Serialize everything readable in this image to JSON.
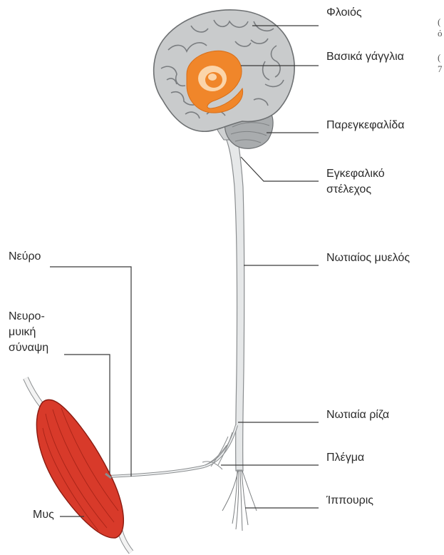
{
  "labels": {
    "cortex": "Φλοιός",
    "basal_ganglia": "Βασικά γάγγλια",
    "cerebellum": "Παρεγκεφαλίδα",
    "brainstem_line1": "Εγκεφαλικό",
    "brainstem_line2": "στέλεχος",
    "spinal_cord": "Νωτιαίος μυελός",
    "nerve": "Νεύρο",
    "nmj_line1": "Νευρο-",
    "nmj_line2": "μυική",
    "nmj_line3": "σύναψη",
    "dorsal_root": "Νωτιαία ρίζα",
    "plexus": "Πλέγμα",
    "cauda_equina": "Ίππουρις",
    "muscle": "Μυς"
  },
  "cut_off_text": {
    "line1": "(",
    "line2": "ό",
    "line3": "(",
    "line4": "7"
  },
  "colors": {
    "brain_fill": "#c9cbcc",
    "brain_stroke": "#6d7072",
    "basal_ganglia": "#f0862a",
    "cerebellum": "#a9acae",
    "cord": "#e6e8e9",
    "muscle": "#d83a2a",
    "leader_line": "#3a3a3a"
  }
}
